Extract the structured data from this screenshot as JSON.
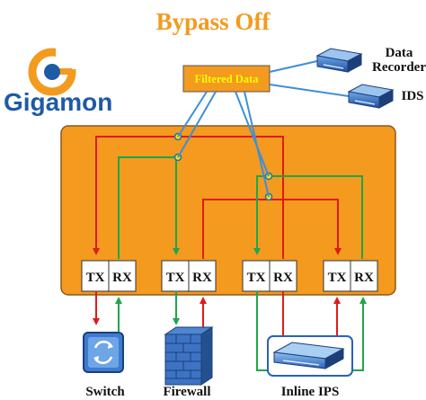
{
  "title": "Bypass Off",
  "logo": {
    "text": "Gigamon",
    "mark": "gigamon-g-logo"
  },
  "filtered_data": {
    "label": "Filtered Data"
  },
  "tools": [
    {
      "label_line1": "Data",
      "label_line2": "Recorder",
      "icon": "data-recorder-server-icon"
    },
    {
      "label_line1": "IDS",
      "label_line2": "",
      "icon": "ids-server-icon"
    }
  ],
  "ports": [
    "TX",
    "RX",
    "TX",
    "RX",
    "TX",
    "RX",
    "TX",
    "RX"
  ],
  "devices": [
    {
      "label": "Switch",
      "icon": "switch-icon"
    },
    {
      "label": "Firewall",
      "icon": "firewall-icon"
    },
    {
      "label": "Inline IPS",
      "icon": "inline-ips-icon"
    }
  ],
  "colors": {
    "accent_orange": "#f39a1f",
    "red_path": "#e01a1a",
    "green_path": "#1ea64a",
    "blue_link": "#3e8fd8",
    "logo_blue": "#1f5aa6"
  }
}
